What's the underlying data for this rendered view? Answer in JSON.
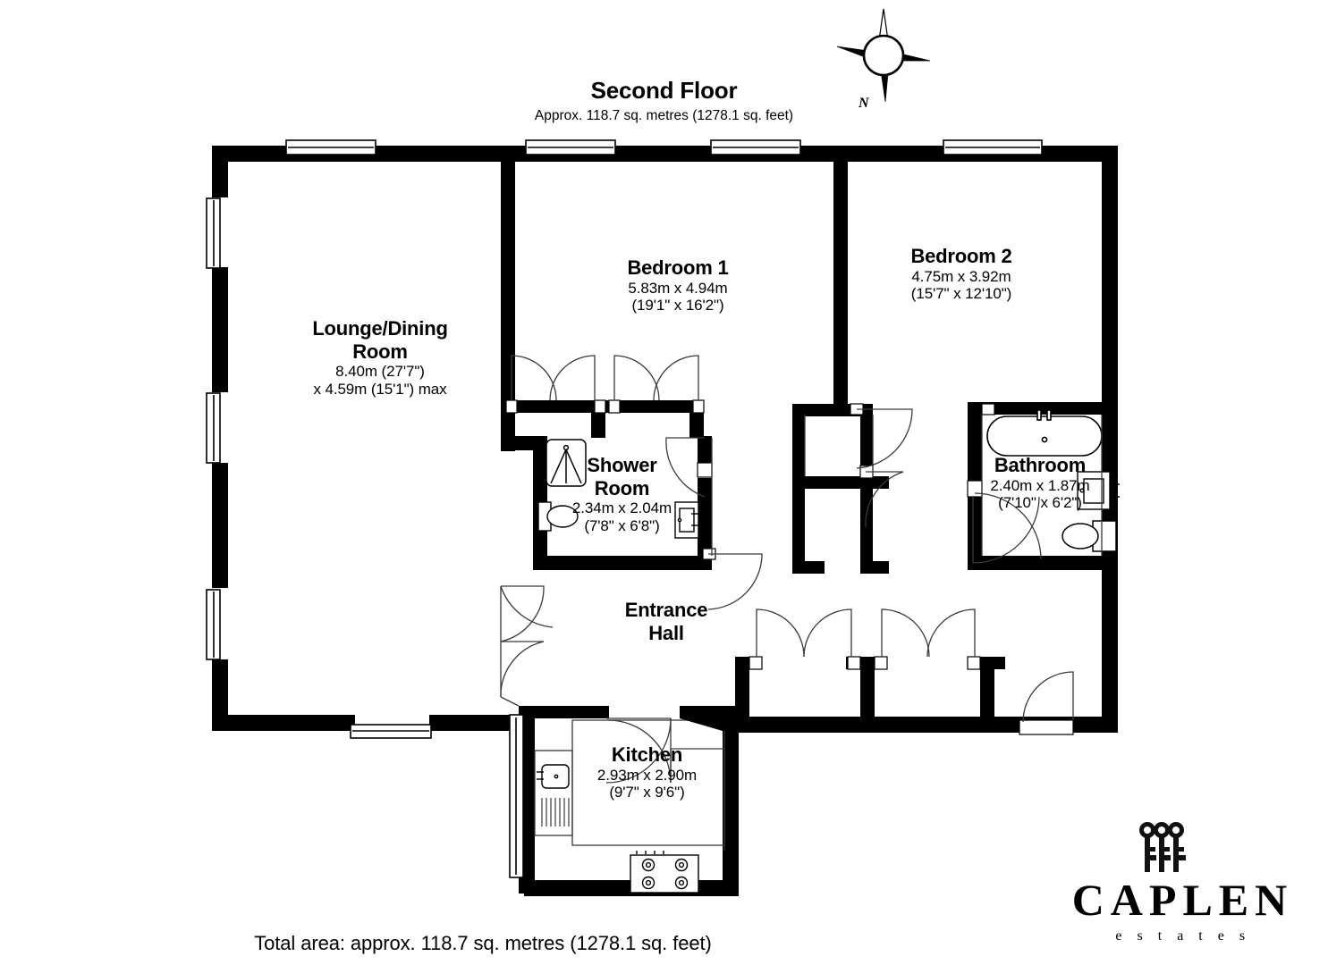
{
  "document": {
    "type": "floor-plan",
    "title": "Second Floor",
    "subtitle": "Approx. 118.7 sq. metres (1278.1 sq. feet)",
    "total_area": "Total area: approx. 118.7 sq. metres (1278.1 sq. feet)",
    "area_sq_metres": 118.7,
    "area_sq_feet": 1278.1,
    "ink_color": "#000000",
    "background_color": "#ffffff"
  },
  "compass": {
    "icon": "compass-rose-icon",
    "north_label": "N"
  },
  "rooms": [
    {
      "key": "lounge",
      "name": "Lounge/Dining\nRoom",
      "name_line1": "Lounge/Dining",
      "name_line2": "Room",
      "dims_metric": "8.40m (27'7\")",
      "dims_imperial": "x 4.59m (15'1\") max"
    },
    {
      "key": "bedroom1",
      "name": "Bedroom 1",
      "dims_metric": "5.83m x 4.94m",
      "dims_imperial": "(19'1\" x 16'2\")"
    },
    {
      "key": "bedroom2",
      "name": "Bedroom 2",
      "dims_metric": "4.75m x 3.92m",
      "dims_imperial": "(15'7\" x 12'10\")"
    },
    {
      "key": "shower",
      "name_line1": "Shower",
      "name_line2": "Room",
      "dims_metric": "2.34m x 2.04m",
      "dims_imperial": "(7'8\" x 6'8\")"
    },
    {
      "key": "bathroom",
      "name": "Bathroom",
      "dims_metric": "2.40m x 1.87m",
      "dims_imperial": "(7'10\" x 6'2\")"
    },
    {
      "key": "entrance",
      "name_line1": "Entrance",
      "name_line2": "Hall"
    },
    {
      "key": "kitchen",
      "name": "Kitchen",
      "dims_metric": "2.93m x 2.90m",
      "dims_imperial": "(9'7\" x 9'6\")"
    }
  ],
  "fixtures": [
    "bathtub-icon",
    "toilet-icon",
    "wash-basin-icon",
    "shower-tray-icon",
    "kitchen-sink-icon",
    "hob-icon",
    "radiator-icon"
  ],
  "brand": {
    "logo_icon": "three-keys-icon",
    "name": "CAPLEN",
    "tagline": "e s t a t e s"
  }
}
